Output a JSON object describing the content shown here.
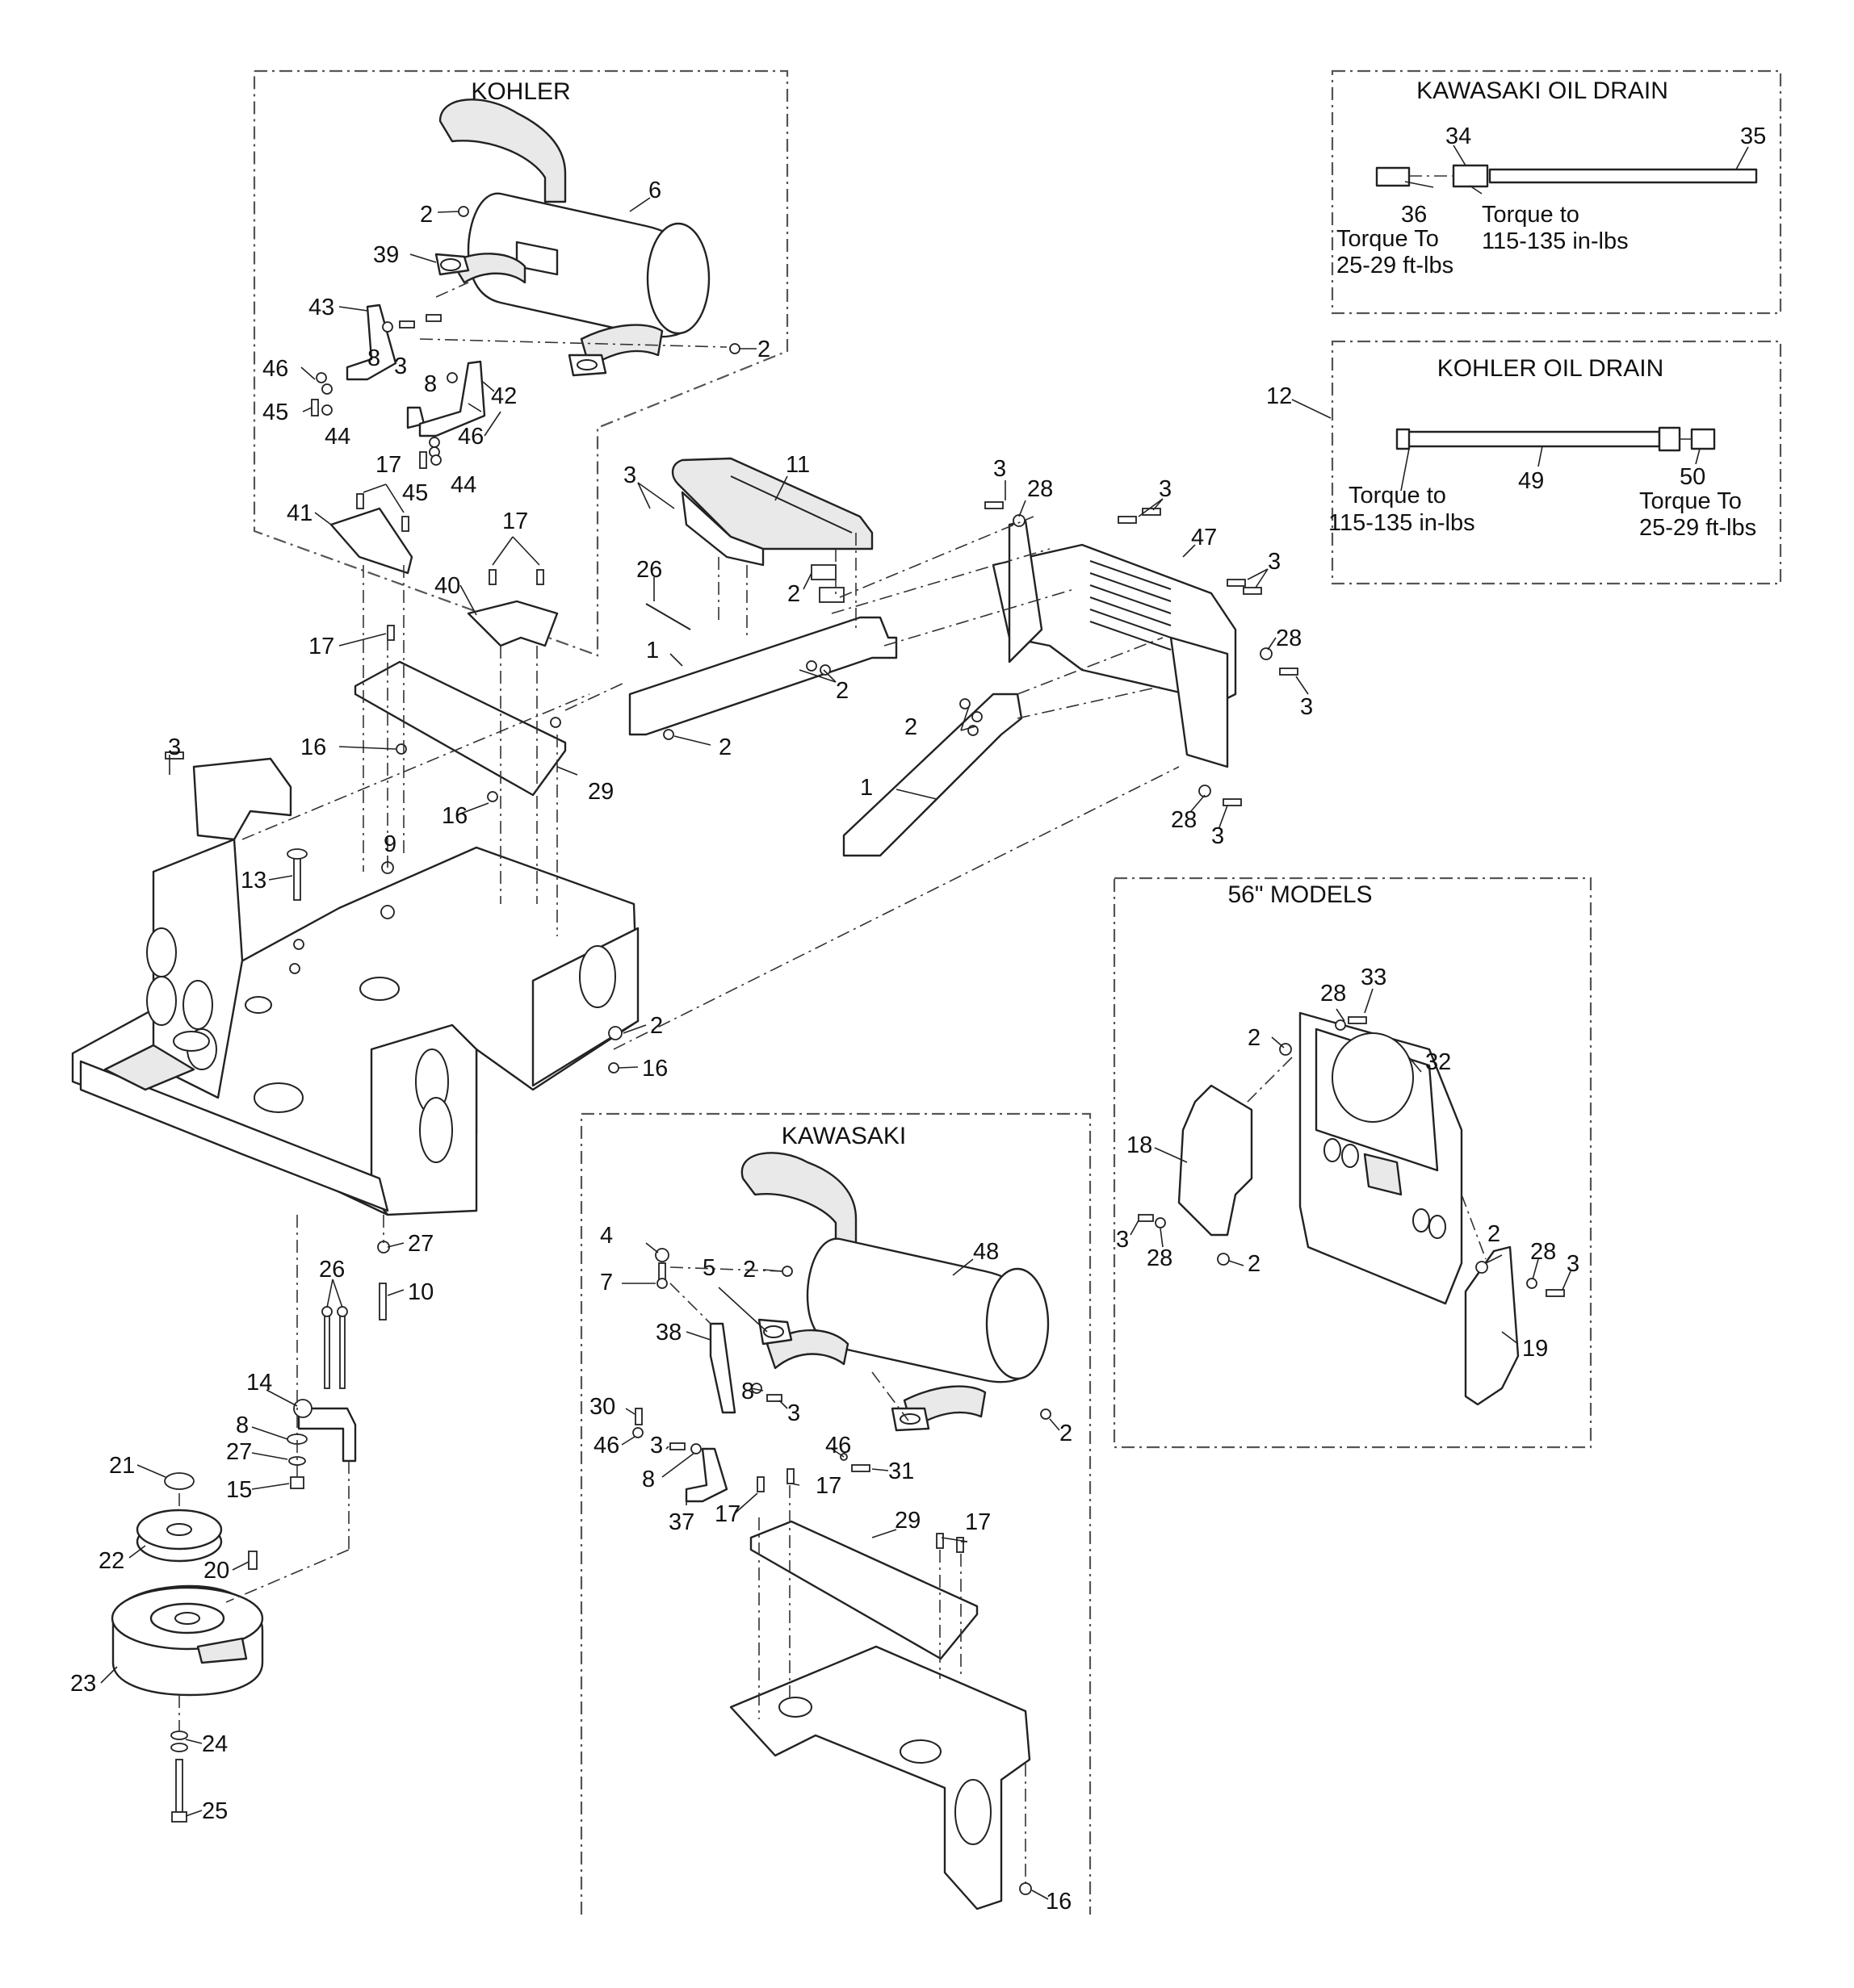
{
  "sections": {
    "kohler": "KOHLER",
    "kawasaki": "KAWASAKI",
    "kawasaki_oil_drain": "KAWASAKI OIL DRAIN",
    "kohler_oil_drain": "KOHLER OIL DRAIN",
    "models_56": "56\" MODELS"
  },
  "notes": {
    "kaw_36_l1": "Torque To",
    "kaw_36_l2": "25-29 ft-lbs",
    "kaw_34_l1": "Torque to",
    "kaw_34_l2": "115-135 in-lbs",
    "koh_left_l1": "Torque to",
    "koh_left_l2": "115-135 in-lbs",
    "koh_50_l1": "Torque To",
    "koh_50_l2": "25-29 ft-lbs"
  },
  "callouts": {
    "c_6": "6",
    "c_2a": "2",
    "c_39": "39",
    "c_43": "43",
    "c_8a": "8",
    "c_3a": "3",
    "c_2b": "2",
    "c_8b": "8",
    "c_46a": "46",
    "c_42": "42",
    "c_45a": "45",
    "c_44a": "44",
    "c_46b": "46",
    "c_17a": "17",
    "c_45b": "45",
    "c_44b": "44",
    "c_41": "41",
    "c_17b": "17",
    "c_40": "40",
    "c_17c": "17",
    "c_16a": "16",
    "c_29a": "29",
    "c_16b": "16",
    "c_3b": "3",
    "c_3c": "3",
    "c_11": "11",
    "c_26a": "26",
    "c_2c": "2",
    "c_1a": "1",
    "c_2d": "2",
    "c_2e": "2",
    "c_3d": "3",
    "c_28a": "28",
    "c_3e": "3",
    "c_47": "47",
    "c_3f": "3",
    "c_28b": "28",
    "c_3g": "3",
    "c_2f": "2",
    "c_1b": "1",
    "c_28c": "28",
    "c_3h": "3",
    "c_13": "13",
    "c_9": "9",
    "c_2g": "2",
    "c_16c": "16",
    "c_27a": "27",
    "c_10": "10",
    "c_26b": "26",
    "c_14": "14",
    "c_8c": "8",
    "c_27b": "27",
    "c_21": "21",
    "c_15": "15",
    "c_22": "22",
    "c_20": "20",
    "c_23": "23",
    "c_24": "24",
    "c_25": "25",
    "c_4": "4",
    "c_7": "7",
    "c_5": "5",
    "c_2h": "2",
    "c_48": "48",
    "c_38": "38",
    "c_8d": "8",
    "c_3i": "3",
    "c_30": "30",
    "c_46c": "46",
    "c_3j": "3",
    "c_46d": "46",
    "c_31": "31",
    "c_8e": "8",
    "c_2i": "2",
    "c_17d": "17",
    "c_17e": "17",
    "c_37": "37",
    "c_29b": "29",
    "c_17f": "17",
    "c_16d": "16",
    "c_34": "34",
    "c_35": "35",
    "c_36": "36",
    "c_12": "12",
    "c_49": "49",
    "c_50": "50",
    "c_28d": "28",
    "c_33": "33",
    "c_2j": "2",
    "c_32": "32",
    "c_18": "18",
    "c_3k": "3",
    "c_28e": "28",
    "c_2k": "2",
    "c_2l": "2",
    "c_28f": "28",
    "c_3l": "3",
    "c_19": "19"
  },
  "icons": {
    "muffler": "muffler-icon",
    "clutch": "electric-clutch-icon",
    "pulley": "pulley-icon",
    "frame": "engine-frame-icon"
  }
}
